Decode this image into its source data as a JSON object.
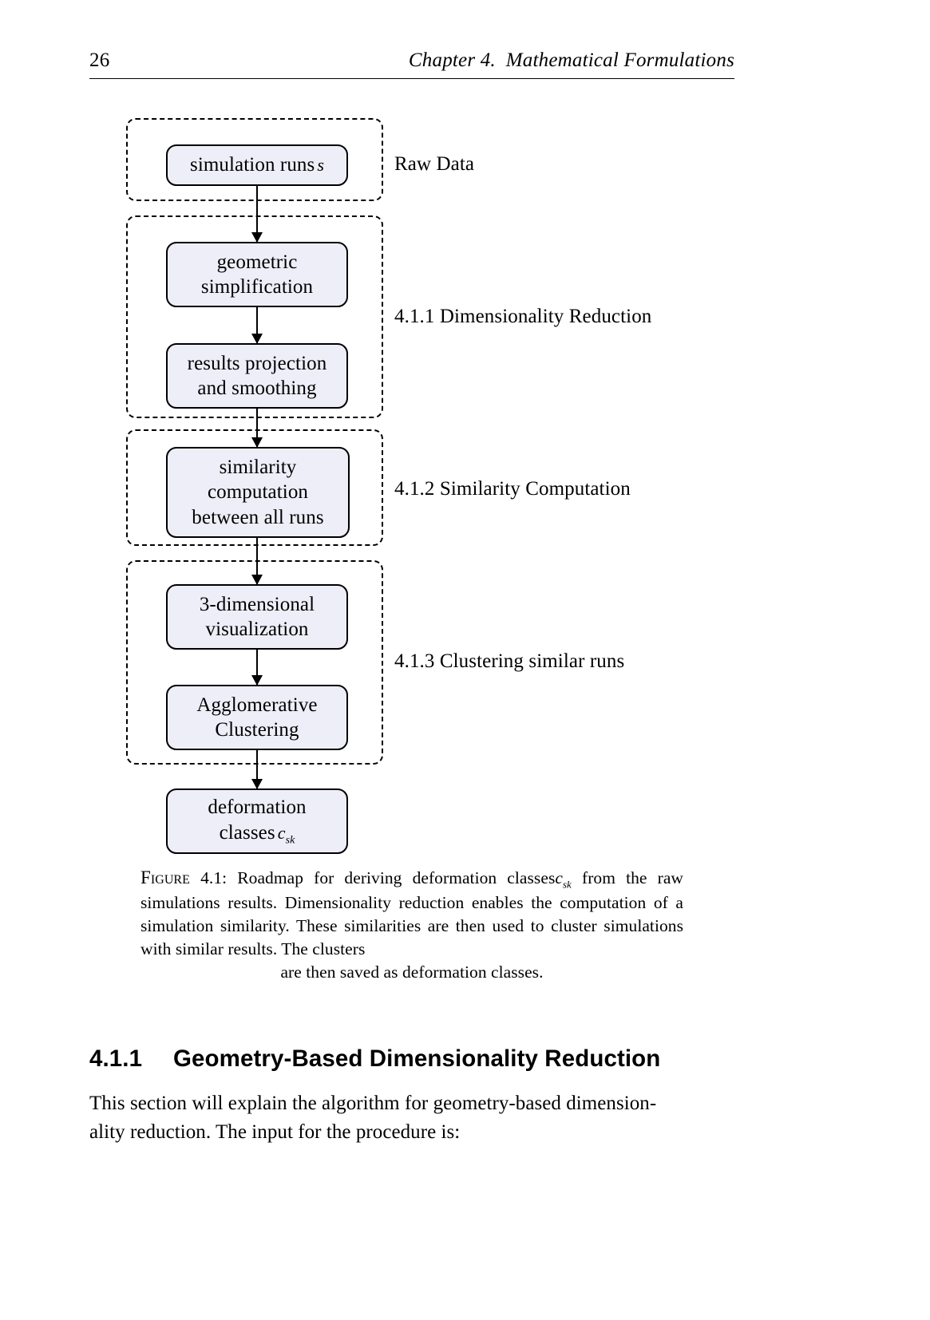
{
  "header": {
    "folio": "26",
    "running_title": "Chapter 4.  Mathematical Formulations"
  },
  "figure": {
    "flowchart": {
      "nodes": [
        {
          "id": "simulation-runs",
          "text": "simulation runs",
          "math": "s",
          "math_sub": ""
        },
        {
          "id": "geometric-simplification",
          "text": "geometric\nsimplification",
          "math": "",
          "math_sub": ""
        },
        {
          "id": "results-projection",
          "text": "results projection\nand smoothing",
          "math": "",
          "math_sub": ""
        },
        {
          "id": "similarity-computation",
          "text": "similarity\ncomputation\nbetween all runs",
          "math": "",
          "math_sub": ""
        },
        {
          "id": "three-dimensional-visualization",
          "text": "3-dimensional\nvisualization",
          "math": "",
          "math_sub": ""
        },
        {
          "id": "agglomerative-clustering",
          "text": "Agglomerative\nClustering",
          "math": "",
          "math_sub": ""
        },
        {
          "id": "deformation-classes",
          "text": "deformation\nclasses",
          "math": "c",
          "math_sub": "sk"
        }
      ],
      "node_lines": {
        "simulation_runs": "simulation runs",
        "geometric_1": "geometric",
        "geometric_2": "simplification",
        "projection_1": "results projection",
        "projection_2": "and smoothing",
        "similarity_1": "similarity",
        "similarity_2": "computation",
        "similarity_3": "between all runs",
        "visualization_1": "3-dimensional",
        "visualization_2": "visualization",
        "clustering_1": "Agglomerative",
        "clustering_2": "Clustering",
        "classes_1": "deformation",
        "classes_2": "classes"
      },
      "math_symbols": {
        "runs_var": "s",
        "classes_var": "c",
        "classes_sub": "sk"
      },
      "group_labels": {
        "raw_data": "Raw Data",
        "dimensionality_reduction": "4.1.1 Dimensionality Reduction",
        "similarity_computation": "4.1.2 Similarity Computation",
        "clustering": "4.1.3 Clustering similar runs"
      }
    },
    "caption": {
      "label": "Figure",
      "number": "4.1:",
      "text_part_1": "Roadmap for deriving deformation classes",
      "math_var": "c",
      "math_sub": "sk",
      "text_part_2": "from the raw simulations results.  Dimensionality reduction enables the computation of a simulation similarity. These similarities are then used to cluster simulations with similar results. The clusters",
      "last_line": "are then saved as deformation classes."
    }
  },
  "section": {
    "number": "4.1.1",
    "title": "Geometry-Based Dimensionality Reduction",
    "body": "This section will explain the algorithm for geometry-based dimension-",
    "body_last_line": "ality reduction. The input for the procedure is:"
  },
  "colors": {
    "node_fill": "#eeeef9",
    "node_border": "#000000",
    "group_border": "#000000",
    "text": "#000000",
    "page_background": "#ffffff"
  }
}
